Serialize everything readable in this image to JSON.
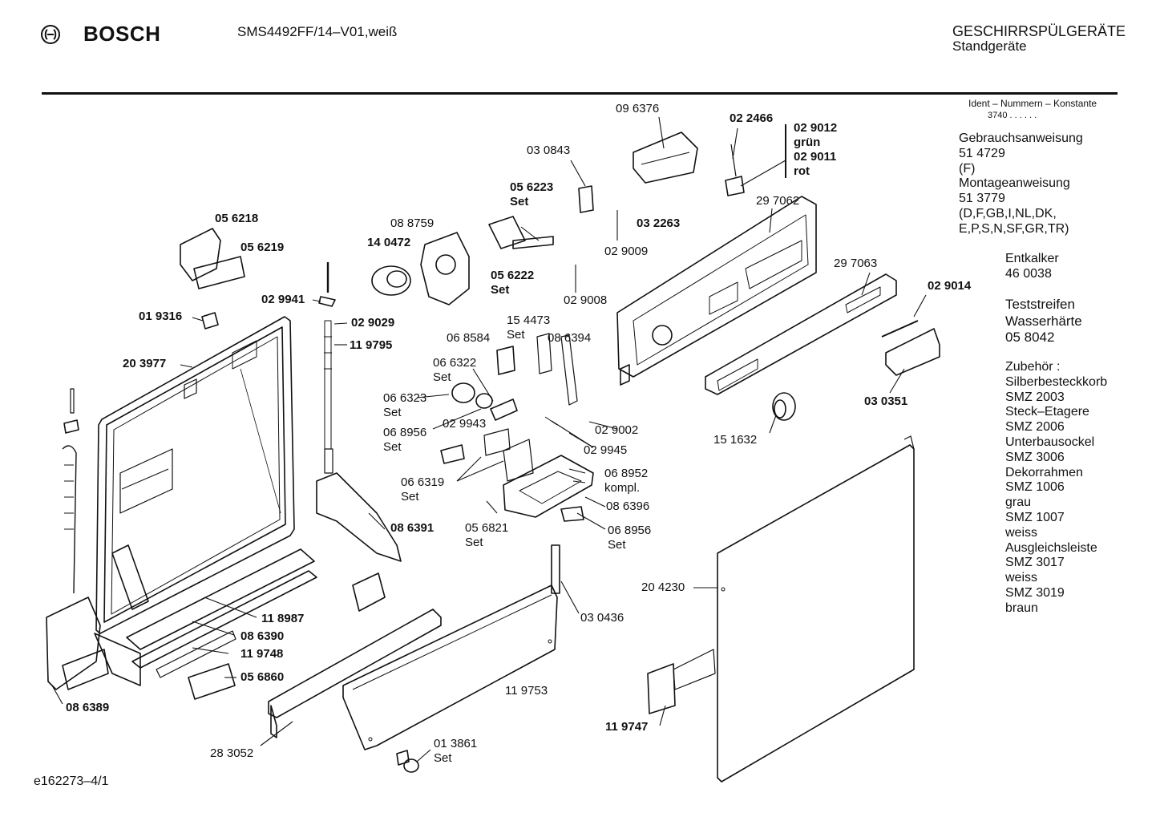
{
  "header": {
    "brand": "BOSCH",
    "model": "SMS4492FF/14–V01,weiß",
    "category_title": "GESCHIRRSPÜLGERÄTE",
    "category_subtitle": "Standgeräte"
  },
  "sidebar": {
    "ident_label": "Ident – Nummern – Konstante",
    "ident_value": "3740 . .  . . . .",
    "docs": [
      "Gebrauchsanweisung",
      "51 4729",
      "(F)",
      "Montageanweisung",
      "51 3779",
      "(D,F,GB,I,NL,DK,",
      "E,P,S,N,SF,GR,TR)"
    ],
    "entkalker": [
      "Entkalker",
      "46 0038"
    ],
    "teststreifen": [
      "Teststreifen",
      "Wasserhärte",
      "05 8042"
    ],
    "zubehoer": [
      "Zubehör :",
      "Silberbesteckkorb",
      "SMZ 2003",
      "Steck–Etagere",
      "SMZ 2006",
      "Unterbausockel",
      "SMZ 3006",
      "Dekorrahmen",
      "SMZ 1006",
      "grau",
      "SMZ 1007",
      "weiss",
      "Ausgleichsleiste",
      "SMZ 3017",
      "weiss",
      "SMZ 3019",
      "braun"
    ]
  },
  "parts": [
    {
      "lines": [
        "09 6376"
      ],
      "bold": false
    },
    {
      "lines": [
        "02 2466"
      ],
      "bold": true
    },
    {
      "lines": [
        "02 9012",
        "grün",
        "02 9011",
        "rot"
      ],
      "bold": true
    },
    {
      "lines": [
        "03 0843"
      ],
      "bold": false
    },
    {
      "lines": [
        "05 6223",
        "Set"
      ],
      "bold": true
    },
    {
      "lines": [
        "03 2263"
      ],
      "bold": true
    },
    {
      "lines": [
        "29 7062"
      ],
      "bold": false
    },
    {
      "lines": [
        "05 6218"
      ],
      "bold": true
    },
    {
      "lines": [
        "08 8759"
      ],
      "bold": false
    },
    {
      "lines": [
        "14 0472"
      ],
      "bold": true
    },
    {
      "lines": [
        "05 6219"
      ],
      "bold": true
    },
    {
      "lines": [
        "02 9009"
      ],
      "bold": false
    },
    {
      "lines": [
        "05 6222",
        "Set"
      ],
      "bold": true
    },
    {
      "lines": [
        "29 7063"
      ],
      "bold": false
    },
    {
      "lines": [
        "02 9014"
      ],
      "bold": true
    },
    {
      "lines": [
        "02 9941"
      ],
      "bold": true
    },
    {
      "lines": [
        "02 9008"
      ],
      "bold": false
    },
    {
      "lines": [
        "01 9316"
      ],
      "bold": true
    },
    {
      "lines": [
        "02 9029"
      ],
      "bold": true
    },
    {
      "lines": [
        "11 9795"
      ],
      "bold": true
    },
    {
      "lines": [
        "15 4473",
        "Set"
      ],
      "bold": false
    },
    {
      "lines": [
        "06 8584"
      ],
      "bold": false
    },
    {
      "lines": [
        "08 6394"
      ],
      "bold": false
    },
    {
      "lines": [
        "20 3977"
      ],
      "bold": true
    },
    {
      "lines": [
        "06 6322",
        "Set"
      ],
      "bold": false
    },
    {
      "lines": [
        "06 6323",
        "Set"
      ],
      "bold": false
    },
    {
      "lines": [
        "03 0351"
      ],
      "bold": true
    },
    {
      "lines": [
        "02 9002"
      ],
      "bold": false
    },
    {
      "lines": [
        "02 9943"
      ],
      "bold": false
    },
    {
      "lines": [
        "06 8956",
        "Set"
      ],
      "bold": false
    },
    {
      "lines": [
        "02 9945"
      ],
      "bold": false
    },
    {
      "lines": [
        "15 1632"
      ],
      "bold": false
    },
    {
      "lines": [
        "06 8952",
        "kompl."
      ],
      "bold": false
    },
    {
      "lines": [
        "06 6319",
        "Set"
      ],
      "bold": false
    },
    {
      "lines": [
        "08 6396"
      ],
      "bold": false
    },
    {
      "lines": [
        "08 6391"
      ],
      "bold": true
    },
    {
      "lines": [
        "05 6821",
        "Set"
      ],
      "bold": false
    },
    {
      "lines": [
        "06 8956",
        "Set"
      ],
      "bold": false
    },
    {
      "lines": [
        "20 4230"
      ],
      "bold": false
    },
    {
      "lines": [
        "03 0436"
      ],
      "bold": false
    },
    {
      "lines": [
        "11 8987"
      ],
      "bold": true
    },
    {
      "lines": [
        "08 6390"
      ],
      "bold": true
    },
    {
      "lines": [
        "11 9748"
      ],
      "bold": true
    },
    {
      "lines": [
        "05 6860"
      ],
      "bold": true
    },
    {
      "lines": [
        "11 9753"
      ],
      "bold": false
    },
    {
      "lines": [
        "08 6389"
      ],
      "bold": true
    },
    {
      "lines": [
        "11 9747"
      ],
      "bold": true
    },
    {
      "lines": [
        "28 3052"
      ],
      "bold": false
    },
    {
      "lines": [
        "01 3861",
        "Set"
      ],
      "bold": false
    }
  ],
  "footer": {
    "code": "e162273–4/1"
  }
}
